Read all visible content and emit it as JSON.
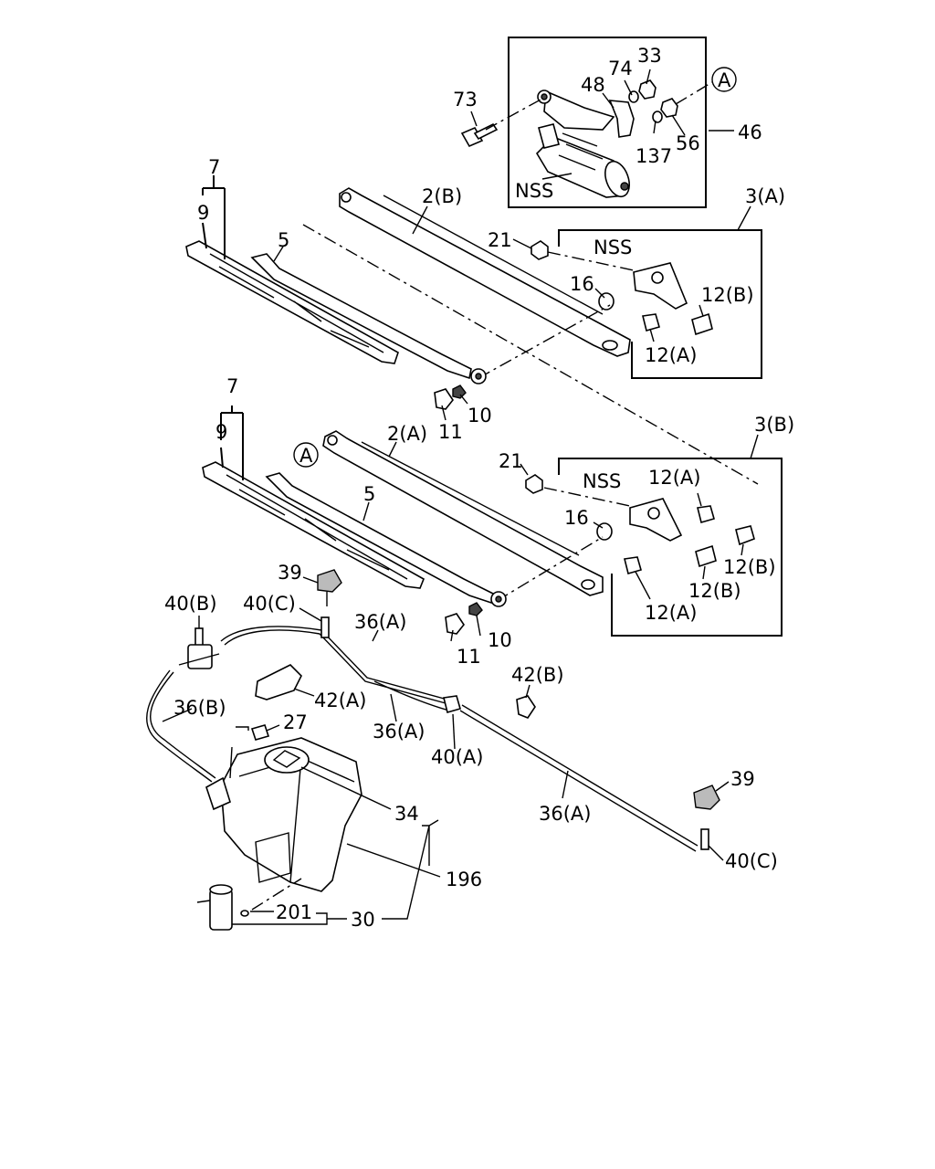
{
  "labels": {
    "p73": "73",
    "p48": "48",
    "p74": "74",
    "p33": "33",
    "pA_top": "A",
    "p56": "56",
    "p46": "46",
    "p137": "137",
    "nss_motor": "NSS",
    "p7_top": "7",
    "p9_top": "9",
    "p2b": "2(B)",
    "p3a": "3(A)",
    "p5_top": "5",
    "p21_top": "21",
    "nss_top": "NSS",
    "p16_top": "16",
    "p12b_top": "12(B)",
    "p12a_top": "12(A)",
    "p11_top": "11",
    "p10_top": "10",
    "p7_bot": "7",
    "p9_bot": "9",
    "p2a": "2(A)",
    "pA_mid": "A",
    "p3b": "3(B)",
    "p21_bot": "21",
    "nss_bot": "NSS",
    "p12a_b1": "12(A)",
    "p5_bot": "5",
    "p16_bot": "16",
    "p12b_b1": "12(B)",
    "p12b_b2": "12(B)",
    "p12a_b2": "12(A)",
    "p39_left": "39",
    "p40b": "40(B)",
    "p40c_left": "40(C)",
    "p36a_1": "36(A)",
    "p11_bot": "11",
    "p10_bot": "10",
    "p42b": "42(B)",
    "p42a": "42(A)",
    "p36b": "36(B)",
    "p27": "27",
    "p36a_2": "36(A)",
    "p40a": "40(A)",
    "p39_right": "39",
    "p34": "34",
    "p36a_3": "36(A)",
    "p40c_right": "40(C)",
    "p196": "196",
    "p201": "201",
    "p30": "30"
  }
}
